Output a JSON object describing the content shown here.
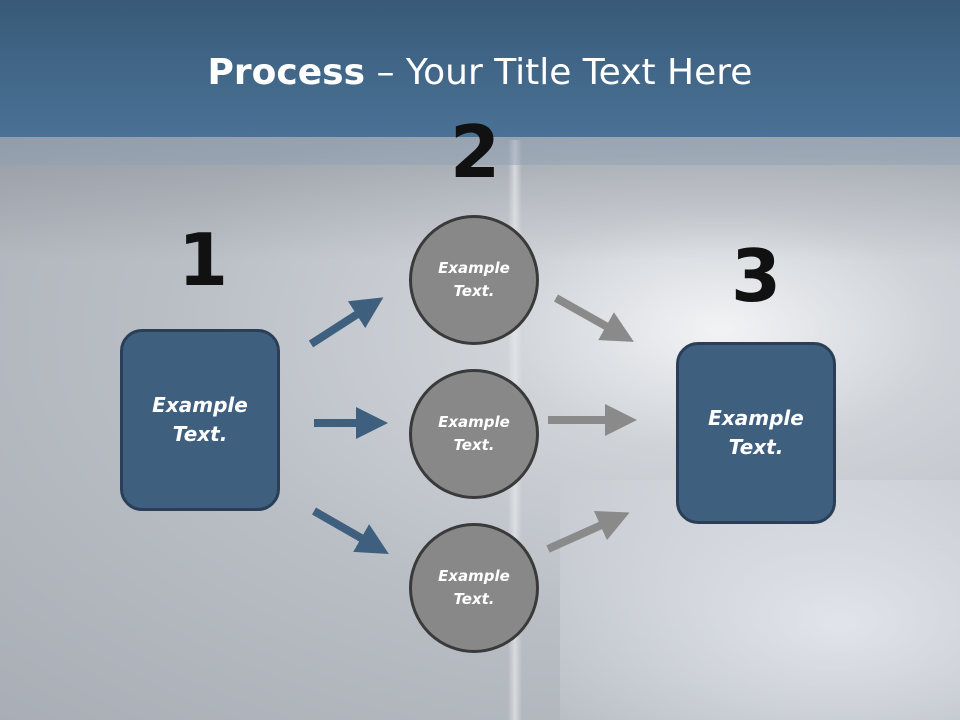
{
  "slide": {
    "title_bold": "Process",
    "title_rest": " – Your Title Text Here"
  },
  "steps": {
    "num1": "1",
    "num2": "2",
    "num3": "3"
  },
  "left_box": {
    "text": "Example\nText."
  },
  "circles": [
    {
      "text": "Example\nText."
    },
    {
      "text": "Example\nText."
    },
    {
      "text": "Example\nText."
    }
  ],
  "right_box": {
    "text": "Example\nText."
  },
  "colors": {
    "header": "#4a7296",
    "box_fill": "#3f5f7f",
    "circle_fill": "#888888",
    "arrow_blue": "#3f5f7f",
    "arrow_gray": "#8a8a8a"
  }
}
